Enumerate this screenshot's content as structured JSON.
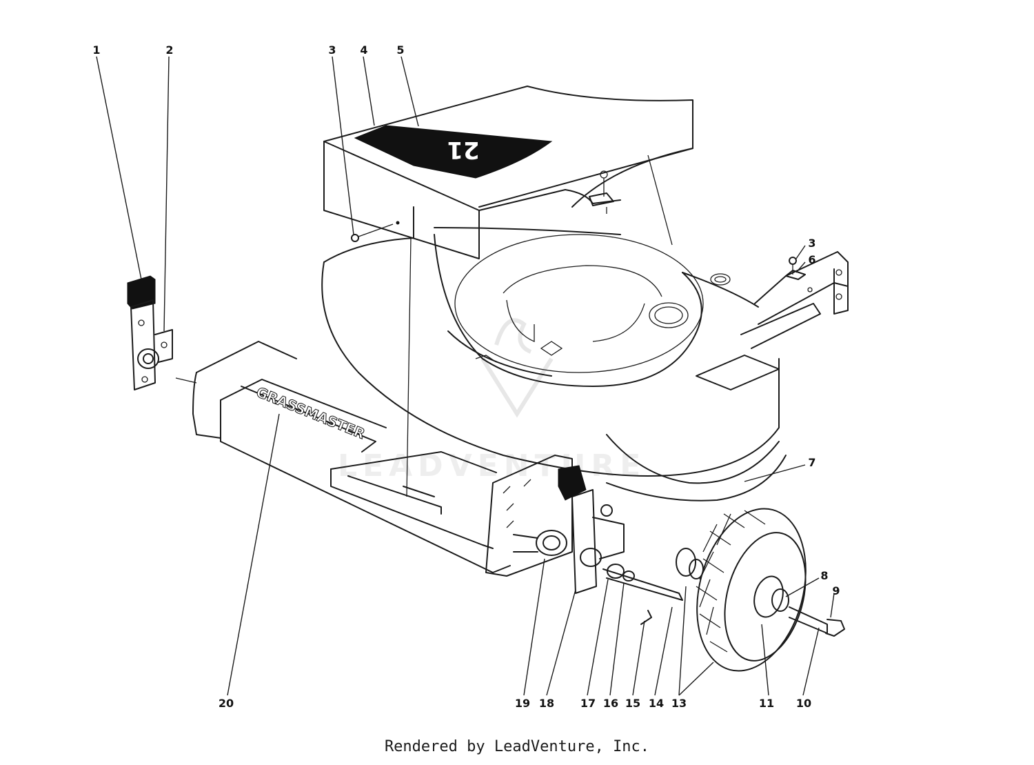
{
  "diagram": {
    "hood_decal_text": "21",
    "deck_decal_text": "GRASSMASTER",
    "watermark_text": "LEADVENTURE",
    "callouts": {
      "c1": "1",
      "c2": "2",
      "c3a": "3",
      "c4": "4",
      "c5": "5",
      "c3b": "3",
      "c6": "6",
      "c7": "7",
      "c8": "8",
      "c9": "9",
      "c10": "10",
      "c11": "11",
      "c13": "13",
      "c14": "14",
      "c15": "15",
      "c16": "16",
      "c17": "17",
      "c18": "18",
      "c19": "19",
      "c20": "20"
    }
  },
  "footer": {
    "text": "Rendered by LeadVenture, Inc."
  }
}
